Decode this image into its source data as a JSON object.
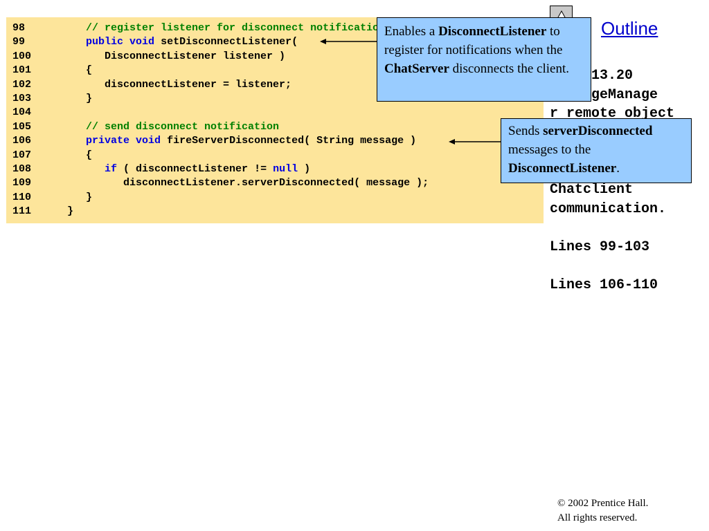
{
  "code_lines": [
    {
      "num": "98",
      "parts": [
        {
          "t": "      ",
          "c": ""
        },
        {
          "t": "// register listener for disconnect notifications",
          "c": "cm"
        }
      ]
    },
    {
      "num": "99",
      "parts": [
        {
          "t": "      ",
          "c": ""
        },
        {
          "t": "public",
          "c": "kw"
        },
        {
          "t": " ",
          "c": ""
        },
        {
          "t": "void",
          "c": "kw"
        },
        {
          "t": " setDisconnectListener(",
          "c": ""
        }
      ]
    },
    {
      "num": "100",
      "parts": [
        {
          "t": "         DisconnectListener listener )",
          "c": ""
        }
      ]
    },
    {
      "num": "101",
      "parts": [
        {
          "t": "      {",
          "c": ""
        }
      ]
    },
    {
      "num": "102",
      "parts": [
        {
          "t": "         disconnectListener = listener;",
          "c": ""
        }
      ]
    },
    {
      "num": "103",
      "parts": [
        {
          "t": "      }",
          "c": ""
        }
      ]
    },
    {
      "num": "104",
      "parts": []
    },
    {
      "num": "105",
      "parts": [
        {
          "t": "      ",
          "c": ""
        },
        {
          "t": "// send disconnect notification",
          "c": "cm"
        }
      ]
    },
    {
      "num": "106",
      "parts": [
        {
          "t": "      ",
          "c": ""
        },
        {
          "t": "private",
          "c": "kw"
        },
        {
          "t": " ",
          "c": ""
        },
        {
          "t": "void",
          "c": "kw"
        },
        {
          "t": " fireServerDisconnected( String message )",
          "c": ""
        }
      ]
    },
    {
      "num": "107",
      "parts": [
        {
          "t": "      {",
          "c": ""
        }
      ]
    },
    {
      "num": "108",
      "parts": [
        {
          "t": "         ",
          "c": ""
        },
        {
          "t": "if",
          "c": "kw"
        },
        {
          "t": " ( disconnectListener != ",
          "c": ""
        },
        {
          "t": "null",
          "c": "kw"
        },
        {
          "t": " )",
          "c": ""
        }
      ]
    },
    {
      "num": "109",
      "parts": [
        {
          "t": "            disconnectListener.serverDisconnected( message );",
          "c": ""
        }
      ]
    },
    {
      "num": "110",
      "parts": [
        {
          "t": "      }",
          "c": ""
        }
      ]
    },
    {
      "num": "111",
      "parts": [
        {
          "t": "   }",
          "c": ""
        }
      ]
    }
  ],
  "callout1": {
    "p1": "Enables a ",
    "b1": "DisconnectListener",
    "p2": " to register for notifications when the ",
    "b2": "ChatServer",
    "p3": " disconnects the client."
  },
  "callout2": {
    "p1": "Sends ",
    "b1": "serverDisconnected",
    "p2": " messages to the ",
    "b2": "DisconnectListener",
    "p3": "."
  },
  "nav": {
    "outline_label": "Outline",
    "up_icon": "up-triangle-icon"
  },
  "side": {
    "text": "Fig. 13.20\nMessageManage\nr remote object\ninterface\nimplementation\nfor managing\nChatclient\ncommunication.\n\nLines 99-103\n\nLines 106-110"
  },
  "copyright": {
    "line1": "© 2002 Prentice Hall.",
    "line2": "All rights reserved."
  },
  "colors": {
    "code_bg": "#fde59b",
    "callout_bg": "#99ccff",
    "keyword": "#0000e0",
    "comment": "#008000",
    "link": "#0000cc"
  }
}
